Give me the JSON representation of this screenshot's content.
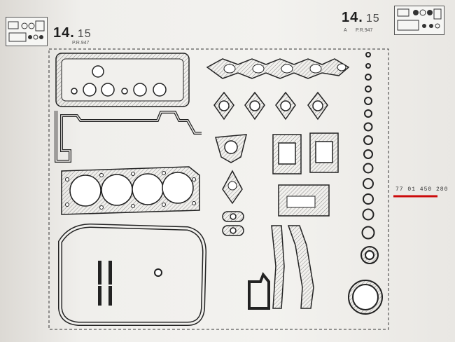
{
  "header_left": {
    "section": "14.",
    "sub": "15",
    "ref": "P.R.947"
  },
  "header_right": {
    "section": "14.",
    "sub": "15",
    "letter": "A",
    "ref": "P.R.947"
  },
  "part_number": "77 01 450 280",
  "colors": {
    "underline": "#cc0a0a",
    "ink": "#2a2a2a",
    "paper": "#f1f0ed"
  },
  "icons": [
    "left-thumbnail-icon",
    "right-thumbnail-icon"
  ]
}
